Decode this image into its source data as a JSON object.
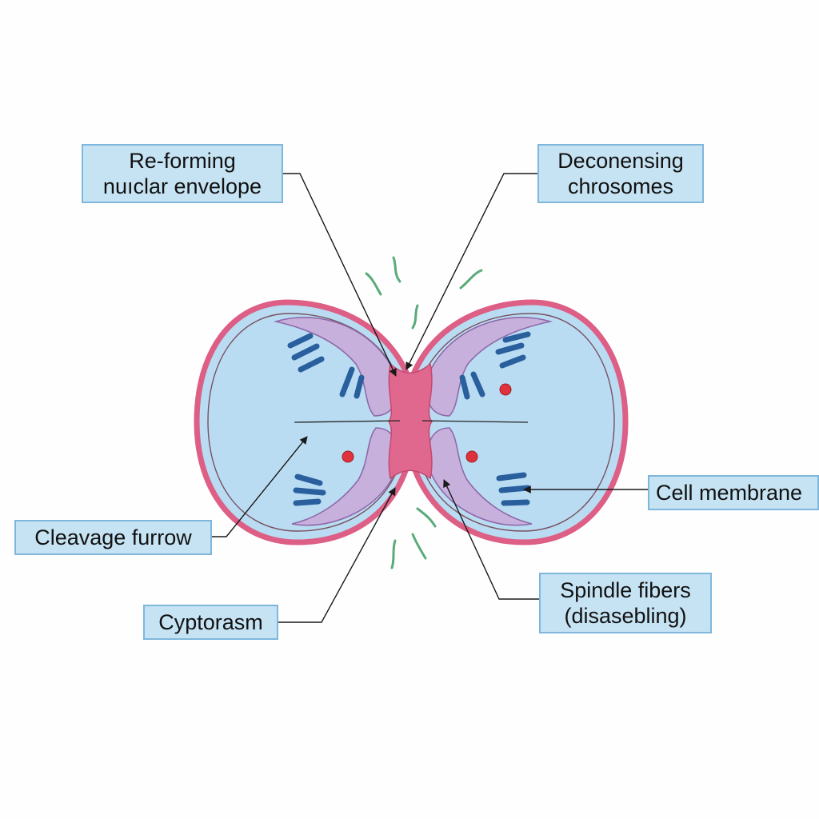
{
  "labels": {
    "reforming_nuclear_envelope": {
      "line1": "Re-forming",
      "line2": "nuıclar envelope"
    },
    "decondensing_chromosomes": {
      "line1": "Deconensing",
      "line2": "chrosomes"
    },
    "cell_membrane": {
      "text": "Cell membrane"
    },
    "cleavage_furrow": {
      "text": "Cleavage furrow"
    },
    "cytoplasm": {
      "text": "Cyptorasm"
    },
    "spindle_fibers": {
      "line1": "Spindle fibers",
      "line2": "(disasebling)"
    }
  },
  "colors": {
    "cytoplasm_fill": "#b9dcf2",
    "membrane": "#dd5f86",
    "furrow_fill": "#e0688e",
    "nuclear_envelope": "#c8b0dc",
    "chromosome": "#2a5f9e",
    "centriole": "#e0323c",
    "spindle_fragment": "#5aab7a",
    "label_fill": "#c6e3f4",
    "label_border": "#7fb7dc",
    "leader_line": "#1a1a1a"
  }
}
